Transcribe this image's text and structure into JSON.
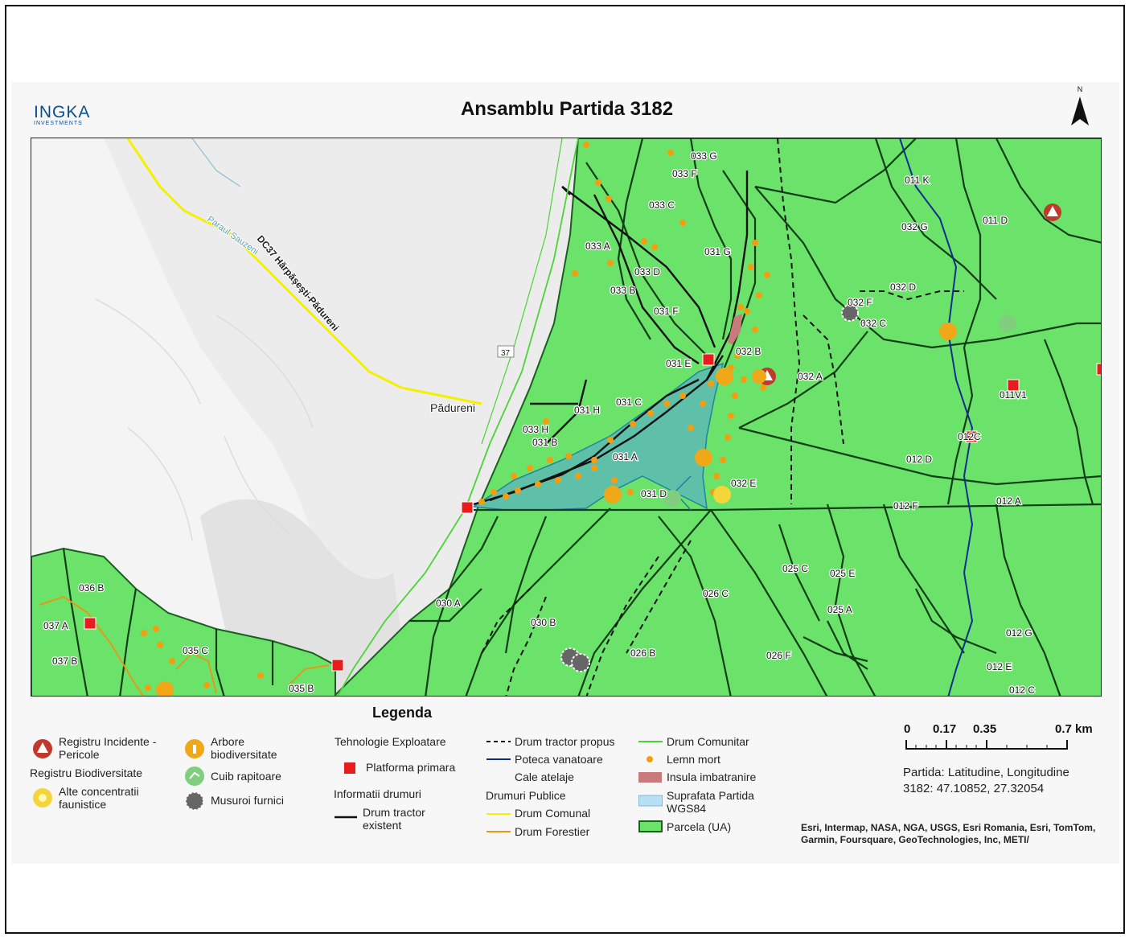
{
  "header": {
    "logo_main": "INGKA",
    "logo_sub": "INVESTMENTS",
    "title": "Ansamblu Partida 3182",
    "north_label": "N"
  },
  "map": {
    "road_labels": {
      "stream": "Paraul Sauzeni",
      "dc37": "DC37 Hărpăşeşti-Pădureni",
      "route": "37",
      "village": "Pădureni"
    },
    "parcel_labels": [
      "033 G",
      "033 F",
      "033 C",
      "033 A",
      "033 D",
      "033 B",
      "031 G",
      "031 F",
      "032 B",
      "031 E",
      "032 A",
      "031 H",
      "031 C",
      "033 H",
      "031 B",
      "031 A",
      "031 D",
      "032 E",
      "011 K",
      "011 D",
      "032 G",
      "032 D",
      "032 F",
      "032 C",
      "011V1",
      "012C",
      "012 D",
      "012 F",
      "012 A",
      "025 C",
      "025 E",
      "025 A",
      "026 C",
      "030 A",
      "030 B",
      "026 B",
      "026 F",
      "036 B",
      "037 A",
      "037 B",
      "035 C",
      "035 B",
      "012 G",
      "012 E",
      "012 C"
    ]
  },
  "legend": {
    "title": "Legenda",
    "col1": {
      "incidents": "Registru Incidente - Pericole",
      "biodiversity_heading": "Registru Biodiversitate",
      "fauna": "Alte concentratii faunistice"
    },
    "col2": {
      "tree": "Arbore biodiversitate",
      "raptor": "Cuib rapitoare",
      "ants": "Musuroi furnici"
    },
    "col3": {
      "tech_heading": "Tehnologie Exploatare",
      "platform": "Platforma primara",
      "roads_heading": "Informatii drumuri",
      "tractor_existing": "Drum tractor existent"
    },
    "col4": {
      "tractor_proposed": "Drum tractor propus",
      "hunting_path": "Poteca vanatoare",
      "horse_road": "Cale atelaje",
      "public_heading": "Drumuri Publice",
      "communal": "Drum Comunal",
      "forest": "Drum Forestier"
    },
    "col5": {
      "community": "Drum Comunitar",
      "deadwood": "Lemn mort",
      "aging_island": "Insula imbatranire",
      "surface": "Suprafata Partida WGS84",
      "parcel": "Parcela (UA)"
    }
  },
  "scale": {
    "labels": [
      "0",
      "0.17",
      "0.35",
      "0.7 km"
    ]
  },
  "coords": {
    "label": "Partida: Latitudine, Longitudine",
    "value": "3182: 47.10852, 27.32054"
  },
  "credits": "Esri, Intermap, NASA, NGA, USGS, Esri Romania, Esri, TomTom, Garmin, Foursquare, GeoTechnologies, Inc, METI/",
  "colors": {
    "parcel_fill": "#6be36b",
    "parcel_border": "#1b5e20",
    "surface_fill": "#5fbfae",
    "deadwood": "#f59d0e",
    "platform": "#e81c1c",
    "incident": "#c0392b",
    "communal_road": "#f5f000",
    "forest_road": "#e39a16",
    "community_road": "#4cd437",
    "hunting_path": "#0b2d8f",
    "aging_island": "#c97b7b"
  }
}
